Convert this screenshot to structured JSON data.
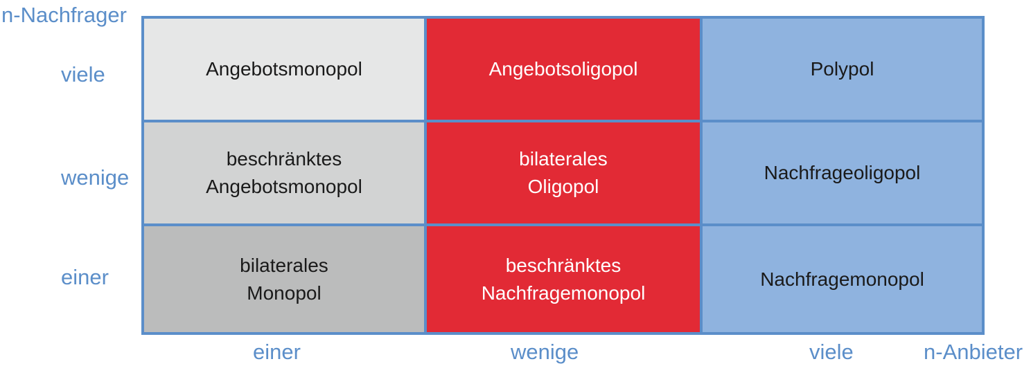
{
  "axes": {
    "y_title": "n-Nachfrager",
    "x_title": "n-Anbieter",
    "y_labels": [
      "viele",
      "wenige",
      "einer"
    ],
    "x_labels": [
      "einer",
      "wenige",
      "viele"
    ]
  },
  "cells": [
    {
      "text": "Angebotsmonopol",
      "color": "#e6e7e7"
    },
    {
      "text": "Angebotsoligopol",
      "color": "#e22a35"
    },
    {
      "text": "Polypol",
      "color": "#8fb3df"
    },
    {
      "text": "beschränktes\nAngebotsmonopol",
      "color": "#d2d3d3"
    },
    {
      "text": "bilaterales\nOligopol",
      "color": "#e22a35"
    },
    {
      "text": "Nachfrageoligopol",
      "color": "#8fb3df"
    },
    {
      "text": "bilaterales\nMonopol",
      "color": "#bbbcbc"
    },
    {
      "text": "beschränktes\nNachfragemonopol",
      "color": "#e22a35"
    },
    {
      "text": "Nachfragemonopol",
      "color": "#8fb3df"
    }
  ],
  "colors": {
    "axis_text": "#5b8ec9",
    "border": "#5b8ec9"
  }
}
